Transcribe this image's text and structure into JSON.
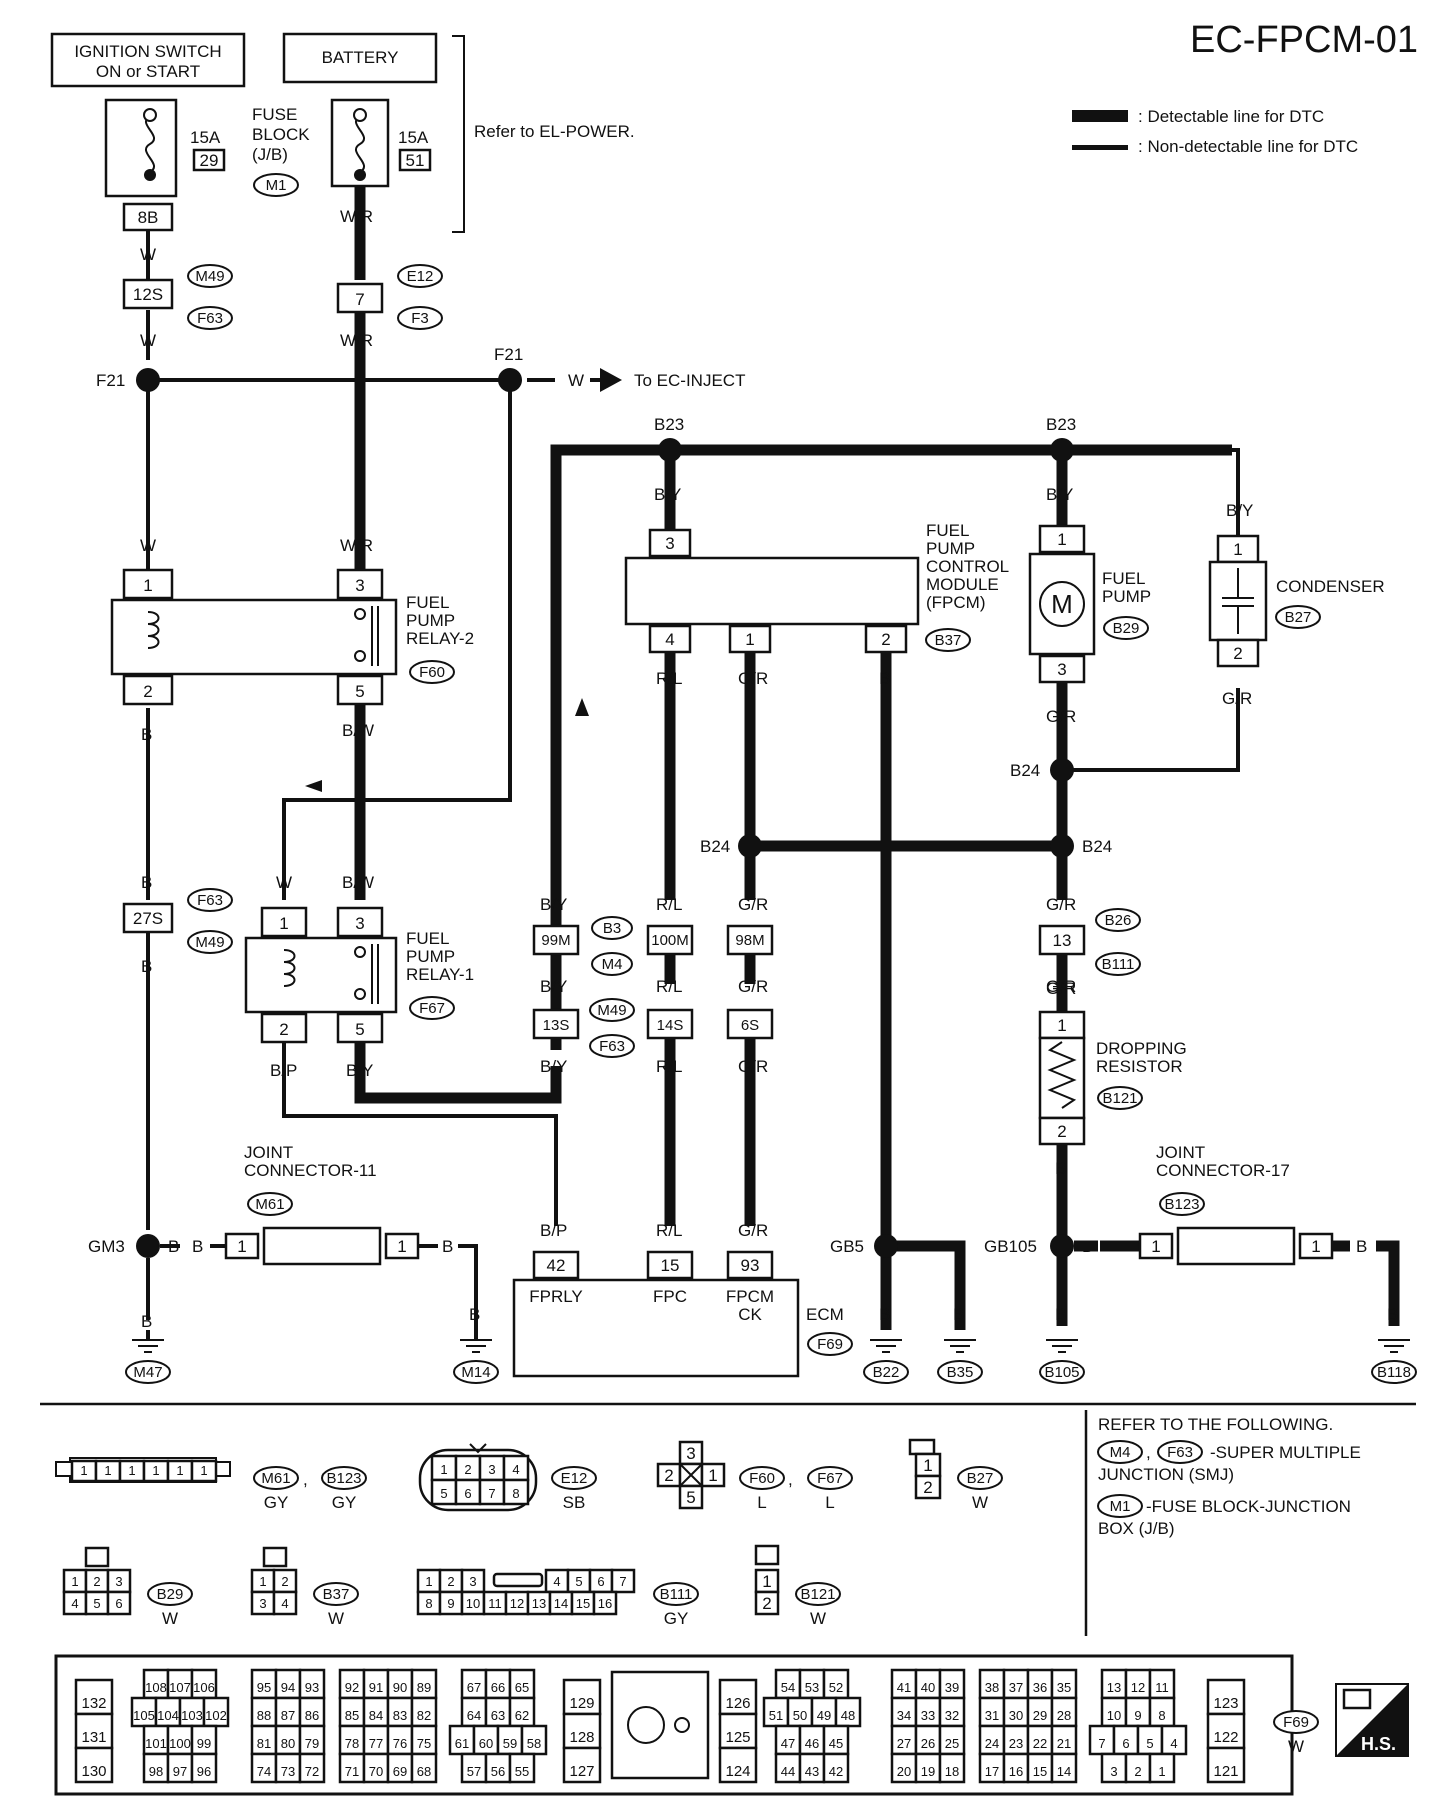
{
  "page_id": "EC-FPCM-01",
  "legend": {
    "detectable": ": Detectable line for DTC",
    "non_detectable": ": Non-detectable line for DTC"
  },
  "power": {
    "ignition": [
      "IGNITION SWITCH",
      "ON or START"
    ],
    "battery": "BATTERY",
    "fuse_block": [
      "FUSE",
      "BLOCK",
      "(J/B)"
    ],
    "fuse_block_conn": "M1",
    "fuse1_amp": "15A",
    "fuse1_no": "29",
    "fuse2_amp": "15A",
    "fuse2_no": "51",
    "refer_power": "Refer to EL-POWER.",
    "term_8b": "8B"
  },
  "splices": {
    "f21": "F21",
    "b23": "B23",
    "b24": "B24",
    "gm3": "GM3",
    "gb5": "GB5",
    "gb105": "GB105"
  },
  "to_inject": "To EC-INJECT",
  "colors": {
    "w": "W",
    "wr": "W/R",
    "b": "B",
    "bw": "B/W",
    "by": "B/Y",
    "bp": "B/P",
    "rl": "R/L",
    "gr": "G/R"
  },
  "connectors": {
    "c12s": "12S",
    "c7": "7",
    "c27s": "27S",
    "c99m": "99M",
    "c100m": "100M",
    "c98m": "98M",
    "c13s": "13S",
    "c14s": "14S",
    "c6s": "6S",
    "c13": "13",
    "p1": "1",
    "p2": "2",
    "p3": "3",
    "p4": "4",
    "p5": "5",
    "p42": "42",
    "p15": "15",
    "p93": "93"
  },
  "conn_ids": {
    "m49": "M49",
    "f63": "F63",
    "e12": "E12",
    "f3": "F3",
    "f60": "F60",
    "f67": "F67",
    "b37": "B37",
    "b29": "B29",
    "b27": "B27",
    "b3": "B3",
    "m4": "M4",
    "b26": "B26",
    "b111": "B111",
    "b121": "B121",
    "m61": "M61",
    "b123": "B123",
    "f69": "F69",
    "m47": "M47",
    "m14": "M14",
    "b22": "B22",
    "b35": "B35",
    "b105": "B105",
    "b118": "B118"
  },
  "components": {
    "relay2": [
      "FUEL",
      "PUMP",
      "RELAY-2"
    ],
    "relay1": [
      "FUEL",
      "PUMP",
      "RELAY-1"
    ],
    "fpcm": [
      "FUEL",
      "PUMP",
      "CONTROL",
      "MODULE",
      "(FPCM)"
    ],
    "fuel_pump": [
      "FUEL",
      "PUMP"
    ],
    "motor": "M",
    "condenser": "CONDENSER",
    "dropping_resistor": [
      "DROPPING",
      "RESISTOR"
    ],
    "joint11": [
      "JOINT",
      "CONNECTOR-11"
    ],
    "joint17": [
      "JOINT",
      "CONNECTOR-17"
    ],
    "ecm": "ECM",
    "ecm_terms": {
      "fprly": "FPRLY",
      "fpc": "FPC",
      "fpcm_ck": [
        "FPCM",
        "CK"
      ]
    }
  },
  "connector_views": {
    "m61_color": "GY",
    "b123_color": "GY",
    "e12_color": "SB",
    "f60_color": "L",
    "f67_color": "L",
    "b27_color": "W",
    "b29_color": "W",
    "b37_color": "W",
    "b111_color": "GY",
    "b121_color": "W",
    "f69_color": "W",
    "e12_top": [
      "1",
      "2",
      "3",
      "4"
    ],
    "e12_bot": [
      "5",
      "6",
      "7",
      "8"
    ],
    "b29_top": [
      "1",
      "2",
      "3"
    ],
    "b29_bot": [
      "4",
      "5",
      "6"
    ],
    "b37_top": [
      "1",
      "2"
    ],
    "b37_bot": [
      "3",
      "4"
    ],
    "b111_top_left": [
      "1",
      "2",
      "3"
    ],
    "b111_top_right": [
      "4",
      "5",
      "6",
      "7"
    ],
    "b111_bot": [
      "8",
      "9",
      "10",
      "11",
      "12",
      "13",
      "14",
      "15",
      "16"
    ],
    "m61_pins": [
      "1",
      "1",
      "1",
      "1",
      "1",
      "1"
    ],
    "b121_pins": [
      "1",
      "2"
    ],
    "b27_pins": [
      "1",
      "2"
    ],
    "f60_pins": [
      "3",
      "2",
      "1",
      "5"
    ]
  },
  "refer_following": {
    "title": "REFER TO THE FOLLOWING.",
    "m4": "M4",
    "f63": "F63",
    "smj": [
      "-SUPER MULTIPLE",
      "JUNCTION (SMJ)"
    ],
    "m1": "M1",
    "fb": [
      "-FUSE BLOCK-JUNCTION",
      "BOX (J/B)"
    ]
  },
  "ecm_pins": {
    "c1": [
      "132",
      "131",
      "130"
    ],
    "g1": [
      [
        "108",
        "107",
        "106"
      ],
      [
        "105",
        "104",
        "103",
        "102"
      ],
      [
        "101",
        "100",
        "99"
      ],
      [
        "98",
        "97",
        "96"
      ]
    ],
    "g2a": [
      [
        "95",
        "94",
        "93"
      ],
      [
        "88",
        "87",
        "86"
      ],
      [
        "81",
        "80",
        "79"
      ],
      [
        "74",
        "73",
        "72"
      ]
    ],
    "g2b": [
      [
        "92",
        "91",
        "90",
        "89"
      ],
      [
        "85",
        "84",
        "83",
        "82"
      ],
      [
        "78",
        "77",
        "76",
        "75"
      ],
      [
        "71",
        "70",
        "69",
        "68"
      ]
    ],
    "g3": [
      [
        "67",
        "66",
        "65"
      ],
      [
        "64",
        "63",
        "62"
      ],
      [
        "61",
        "60",
        "59",
        "58"
      ],
      [
        "57",
        "56",
        "55"
      ]
    ],
    "c2": [
      "129",
      "128",
      "127"
    ],
    "c3": [
      "126",
      "125",
      "124"
    ],
    "g4": [
      [
        "54",
        "53",
        "52"
      ],
      [
        "51",
        "50",
        "49",
        "48"
      ],
      [
        "47",
        "46",
        "45"
      ],
      [
        "44",
        "43",
        "42"
      ]
    ],
    "g5a": [
      [
        "41",
        "40",
        "39"
      ],
      [
        "34",
        "33",
        "32"
      ],
      [
        "27",
        "26",
        "25"
      ],
      [
        "20",
        "19",
        "18"
      ]
    ],
    "g5b": [
      [
        "38",
        "37",
        "36",
        "35"
      ],
      [
        "31",
        "30",
        "29",
        "28"
      ],
      [
        "24",
        "23",
        "22",
        "21"
      ],
      [
        "17",
        "16",
        "15",
        "14"
      ]
    ],
    "g6": [
      [
        "13",
        "12",
        "11"
      ],
      [
        "10",
        "9",
        "8"
      ],
      [
        "7",
        "6",
        "5",
        "4"
      ],
      [
        "3",
        "2",
        "1"
      ]
    ],
    "c4": [
      "123",
      "122",
      "121"
    ]
  },
  "hs_badge": "H.S."
}
